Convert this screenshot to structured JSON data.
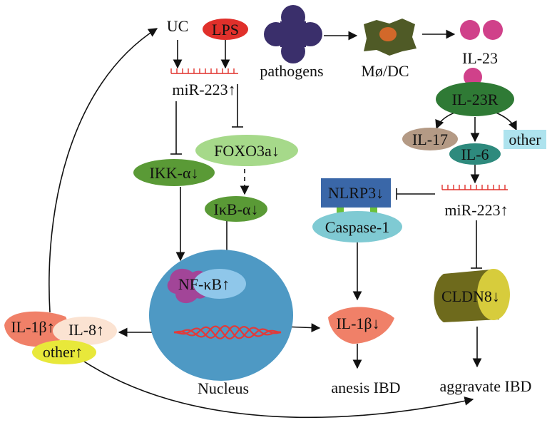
{
  "nodes": {
    "uc": "UC",
    "lps": "LPS",
    "pathogens": "pathogens",
    "mo_dc": "Mø/DC",
    "il23": "IL-23",
    "il23r": "IL-23R",
    "il17": "IL-17",
    "il6": "IL-6",
    "other_top": "other",
    "mir223_left": "miR-223↑",
    "mir223_right": "miR-223↑",
    "foxo3a": "FOXO3a↓",
    "ikk": "IKK-α↓",
    "ikb": "IκB-α↓",
    "nfkb": "NF-κB↑",
    "nlrp3": "NLRP3↓",
    "caspase": "Caspase-1",
    "cldn8": "CLDN8↓",
    "il1b_down": "IL-1β↓",
    "il1b_up": "IL-1β↑",
    "il8": "IL-8↑",
    "other_bottom": "other↑",
    "nucleus": "Nucleus",
    "anesis": "anesis  IBD",
    "aggravate": "aggravate IBD"
  },
  "colors": {
    "lps": "#e0302b",
    "pathogen": "#3a2f6b",
    "macrophage": "#4f5a26",
    "macrophage_core": "#d2682a",
    "il23": "#d0418a",
    "il23r": "#2f7a35",
    "il17": "#b49a85",
    "il6": "#2e8a7d",
    "other_box": "#aee3ee",
    "green_node": "#5a9a36",
    "foxo": "#a6d98a",
    "nucleus": "#4e99c4",
    "nfkb_purple": "#a24598",
    "nfkb_blue": "#8fc7ea",
    "dna": "#e23a3a",
    "nlrp3": "#3a67a8",
    "caspase": "#7fcad3",
    "linker": "#6cc13a",
    "cldn8_dark": "#6e6a1c",
    "cldn8_light": "#d7cc3c",
    "il1b": "#f08068",
    "il8": "#fbe3d2",
    "other_yellow": "#e8e83a",
    "mirna": "#e0302b"
  }
}
